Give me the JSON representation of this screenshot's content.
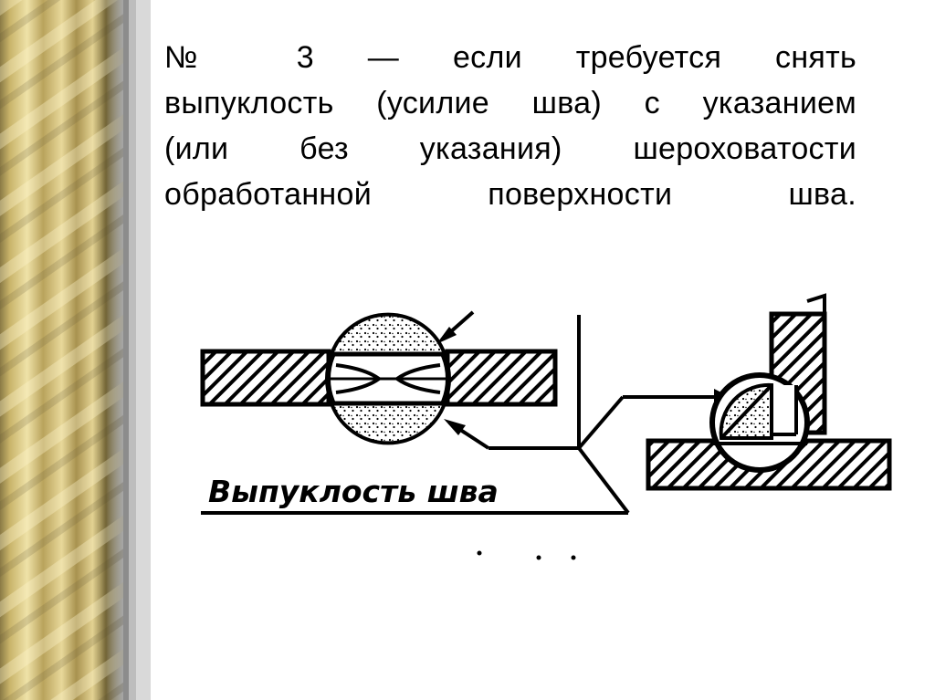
{
  "slide": {
    "text_lines": [
      "№ 3 — если требуется снять",
      "выпуклость (усилие шва) с указанием",
      "(или без указания) шероховатости",
      "обработанной поверхности шва."
    ]
  },
  "drawing": {
    "caption": "Выпуклость шва"
  },
  "colors": {
    "decor_gold": "#c9b46a",
    "decor_light": "#efe2a8",
    "decor_dark": "#6f6235",
    "ink": "#000000"
  }
}
